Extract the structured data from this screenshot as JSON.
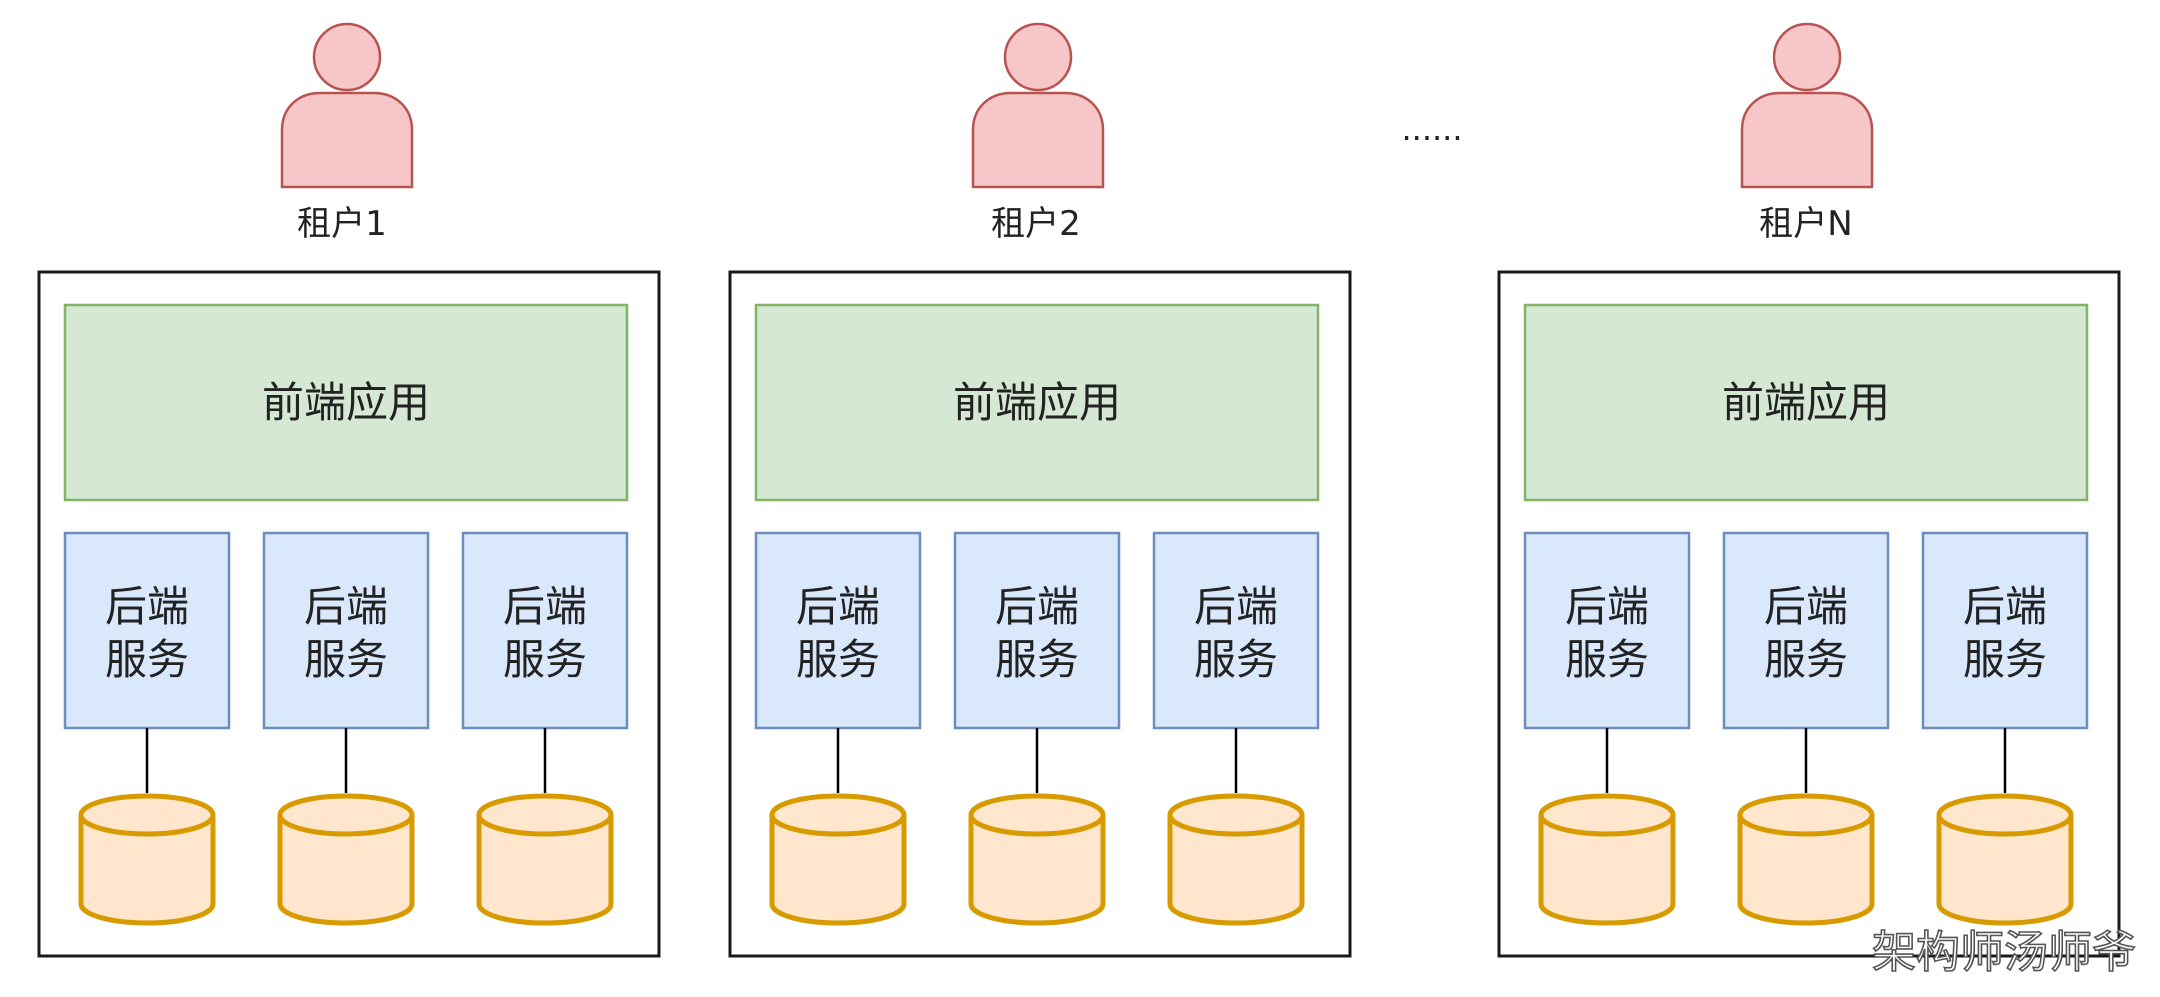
{
  "tenants": [
    {
      "label": "租户1",
      "frontend": "前端应用",
      "services": [
        {
          "line1": "后端",
          "line2": "服务"
        },
        {
          "line1": "后端",
          "line2": "服务"
        },
        {
          "line1": "后端",
          "line2": "服务"
        }
      ]
    },
    {
      "label": "租户2",
      "frontend": "前端应用",
      "services": [
        {
          "line1": "后端",
          "line2": "服务"
        },
        {
          "line1": "后端",
          "line2": "服务"
        },
        {
          "line1": "后端",
          "line2": "服务"
        }
      ]
    },
    {
      "label": "租户N",
      "frontend": "前端应用",
      "services": [
        {
          "line1": "后端",
          "line2": "服务"
        },
        {
          "line1": "后端",
          "line2": "服务"
        },
        {
          "line1": "后端",
          "line2": "服务"
        }
      ]
    }
  ],
  "ellipsis": "......",
  "watermark": "架构师汤师爷",
  "colors": {
    "person_fill": "#f7c6c8",
    "person_stroke": "#b85450",
    "frontend_fill": "#d5e8d4",
    "frontend_stroke": "#82b366",
    "service_fill": "#dae8fc",
    "service_stroke": "#6c8ebf",
    "db_fill": "#ffe6cc",
    "db_stroke": "#d79b00",
    "tenant_border": "#1a1a1a"
  }
}
